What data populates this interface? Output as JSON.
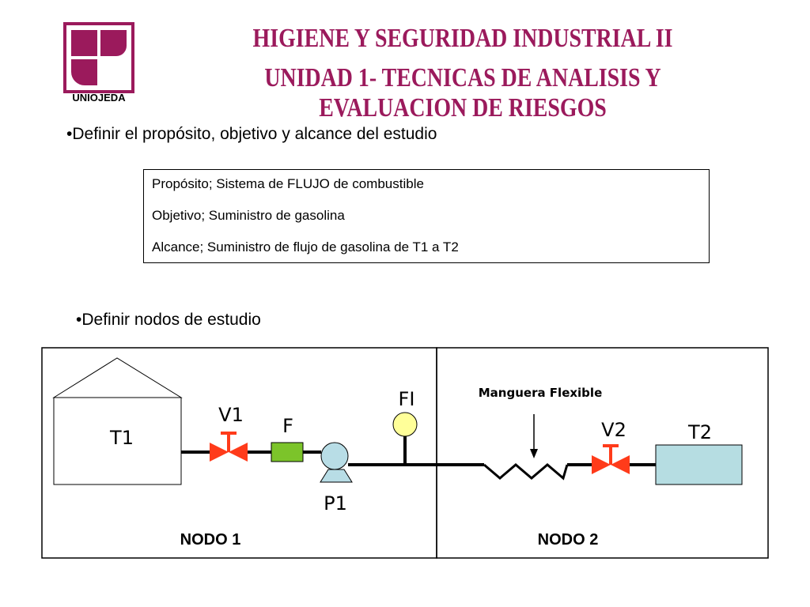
{
  "header": {
    "logo_text": "UNIOJEDA",
    "title_line1": "HIGIENE Y SEGURIDAD INDUSTRIAL II",
    "title_line2": "UNIDAD 1- TECNICAS DE ANALISIS Y EVALUACION DE RIESGOS"
  },
  "colors": {
    "brand": "#9b1a5c",
    "valve": "#ff3b1a",
    "filter": "#7cc42a",
    "pump": "#b8dde6",
    "tank2": "#b6dde2",
    "gauge": "#ffff99"
  },
  "section1": {
    "bullet": "•Definir el propósito, objetivo y alcance del estudio",
    "lines": [
      "Propósito; Sistema de FLUJO de combustible",
      "Objetivo; Suministro de gasolina",
      "Alcance; Suministro de flujo de gasolina de T1 a T2"
    ]
  },
  "section2": {
    "bullet": "•Definir nodos de estudio"
  },
  "diagram": {
    "t1": "T1",
    "v1": "V1",
    "f": "F",
    "fi": "FI",
    "p1": "P1",
    "hose": "Manguera Flexible",
    "v2": "V2",
    "t2": "T2",
    "node1": "NODO 1",
    "node2": "NODO 2"
  }
}
